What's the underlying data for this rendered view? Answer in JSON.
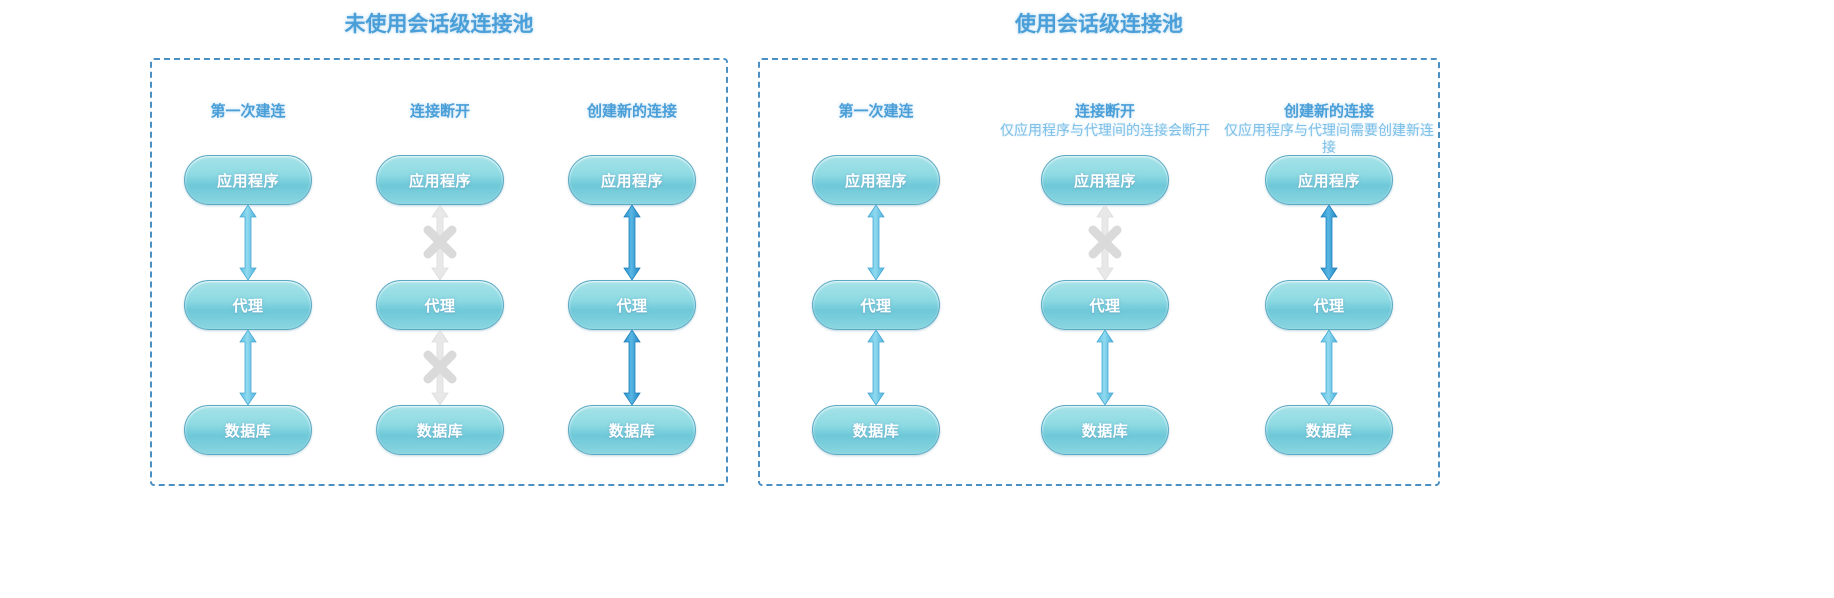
{
  "diagram": {
    "type": "comparison-diagram",
    "node_labels": {
      "app": "应用程序",
      "agent": "代理",
      "db": "数据库"
    },
    "colors": {
      "title": "#4a9fd8",
      "subtitle": "#7dc0e8",
      "panel_border": "#4a90c4",
      "node_fill": "#8fdbe3",
      "arrow_strong": "#35a3dc",
      "arrow_light": "#7fd0e6",
      "x_mark": "#d9d9d9"
    }
  },
  "panels": [
    {
      "id": "without-pool",
      "title": "未使用会话级连接池",
      "columns": [
        {
          "id": "first-connect",
          "title": "第一次建连",
          "subtitle": "",
          "nodes": [
            "应用程序",
            "代理",
            "数据库"
          ],
          "upper_link": "arrow-light",
          "lower_link": "arrow-light"
        },
        {
          "id": "disconnect",
          "title": "连接断开",
          "subtitle": "",
          "nodes": [
            "应用程序",
            "代理",
            "数据库"
          ],
          "upper_link": "broken",
          "lower_link": "broken"
        },
        {
          "id": "create-new",
          "title": "创建新的连接",
          "subtitle": "",
          "nodes": [
            "应用程序",
            "代理",
            "数据库"
          ],
          "upper_link": "arrow-strong",
          "lower_link": "arrow-strong"
        }
      ]
    },
    {
      "id": "with-pool",
      "title": "使用会话级连接池",
      "columns": [
        {
          "id": "first-connect",
          "title": "第一次建连",
          "subtitle": "",
          "nodes": [
            "应用程序",
            "代理",
            "数据库"
          ],
          "upper_link": "arrow-light",
          "lower_link": "arrow-light"
        },
        {
          "id": "disconnect",
          "title": "连接断开",
          "subtitle": "仅应用程序与代理间的连接会断开",
          "nodes": [
            "应用程序",
            "代理",
            "数据库"
          ],
          "upper_link": "broken",
          "lower_link": "arrow-light"
        },
        {
          "id": "create-new",
          "title": "创建新的连接",
          "subtitle": "仅应用程序与代理间需要创建新连接",
          "nodes": [
            "应用程序",
            "代理",
            "数据库"
          ],
          "upper_link": "arrow-strong",
          "lower_link": "arrow-light"
        }
      ]
    }
  ]
}
